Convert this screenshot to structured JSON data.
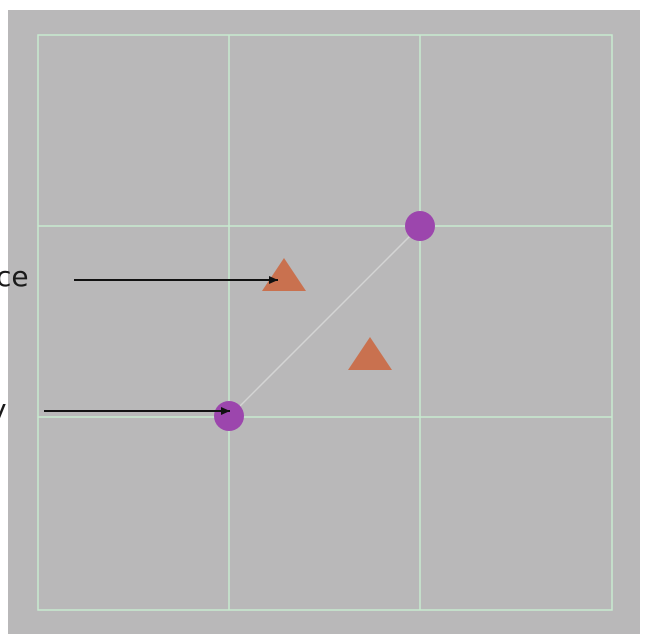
{
  "colors": {
    "page_background": "#ffffff",
    "panel_background": "#b9b8b9",
    "grid_line": "#c8ead0",
    "connector_line": "#d4d4d4",
    "node": "#9c46ad",
    "triangle": "#c9714f",
    "arrow": "#111111",
    "label_text": "#1a1a1a"
  },
  "grid": {
    "rows": 3,
    "columns": 3
  },
  "labels": {
    "top_pointer": "ce",
    "bottom_pointer": "y"
  },
  "shapes": {
    "nodes": [
      "circle-node-upper",
      "circle-node-lower"
    ],
    "triangles": [
      "triangle-upper",
      "triangle-lower"
    ],
    "arrows": [
      "arrow-to-triangle",
      "arrow-to-node"
    ]
  }
}
